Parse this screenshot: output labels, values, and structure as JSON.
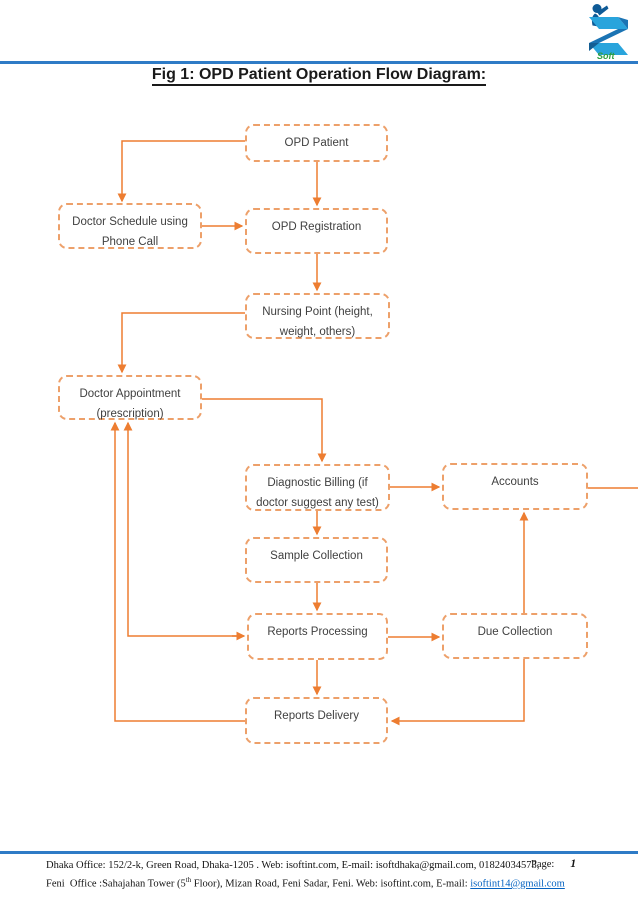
{
  "title": "Fig 1: OPD Patient Operation Flow Diagram:",
  "logo": {
    "text": "Soft"
  },
  "colors": {
    "arrow_orange": "#ED7D31",
    "box_border_orange": "#EDA06A",
    "rule_blue": "#2E7BC6",
    "link_blue": "#0563C1",
    "node_text": "#404040",
    "logo_blue_light": "#29A4DC",
    "logo_blue_dark": "#1B74B4",
    "logo_green": "#2E9E3F"
  },
  "diagram": {
    "nodes": {
      "opd_patient": {
        "line1": "OPD Patient"
      },
      "doctor_schedule": {
        "line1": "Doctor Schedule using",
        "line2": "Phone Call"
      },
      "opd_registration": {
        "line1": "OPD Registration"
      },
      "nursing_point": {
        "line1": "Nursing Point (height,",
        "line2": "weight, others)"
      },
      "doctor_appointment": {
        "line1": "Doctor Appointment",
        "line2": "(prescription)"
      },
      "diagnostic_billing": {
        "line1": "Diagnostic Billing (if",
        "line2": "doctor suggest any test)"
      },
      "accounts": {
        "line1": "Accounts"
      },
      "sample_collection": {
        "line1": "Sample Collection"
      },
      "reports_processing": {
        "line1": "Reports Processing"
      },
      "due_collection": {
        "line1": "Due Collection"
      },
      "reports_delivery": {
        "line1": "Reports Delivery"
      }
    },
    "edges": [
      {
        "from": "OPD Patient",
        "to": "Doctor Schedule using Phone Call"
      },
      {
        "from": "OPD Patient",
        "to": "OPD Registration"
      },
      {
        "from": "Doctor Schedule using Phone Call",
        "to": "OPD Registration"
      },
      {
        "from": "OPD Registration",
        "to": "Nursing Point (height, weight, others)"
      },
      {
        "from": "Nursing Point (height, weight, others)",
        "to": "Doctor Appointment (prescription)"
      },
      {
        "from": "Doctor Appointment (prescription)",
        "to": "Diagnostic Billing (if doctor suggest any test)"
      },
      {
        "from": "Diagnostic Billing (if doctor suggest any test)",
        "to": "Accounts"
      },
      {
        "from": "Accounts",
        "to": "off-page-right"
      },
      {
        "from": "Diagnostic Billing (if doctor suggest any test)",
        "to": "Sample Collection"
      },
      {
        "from": "Sample Collection",
        "to": "Reports Processing"
      },
      {
        "from": "Reports Processing",
        "to": "Due Collection"
      },
      {
        "from": "Due Collection",
        "to": "Accounts"
      },
      {
        "from": "Reports Processing",
        "to": "Reports Delivery"
      },
      {
        "from": "Due Collection",
        "to": "Reports Delivery"
      },
      {
        "from": "Reports Delivery",
        "to": "Doctor Appointment (prescription)"
      },
      {
        "from": "Reports Processing",
        "to": "Doctor Appointment (prescription)",
        "bidirectional": true
      }
    ]
  },
  "footer": {
    "line1": "Dhaka Office: 152/2-k, Green Road, Dhaka-1205 . Web: isoftint.com, E-mail: isoftdhaka@gmail.com, 01824034573,",
    "page_label": "Page:",
    "page_number": "1",
    "line2_pre": "Feni  Office :Sahajahan Tower (5",
    "line2_sup": "th",
    "line2_mid": " Floor), Mizan Road, Feni Sadar, Feni. Web: isoftint.com, E-mail: ",
    "line2_link": "isoftint14@gmail.com"
  }
}
